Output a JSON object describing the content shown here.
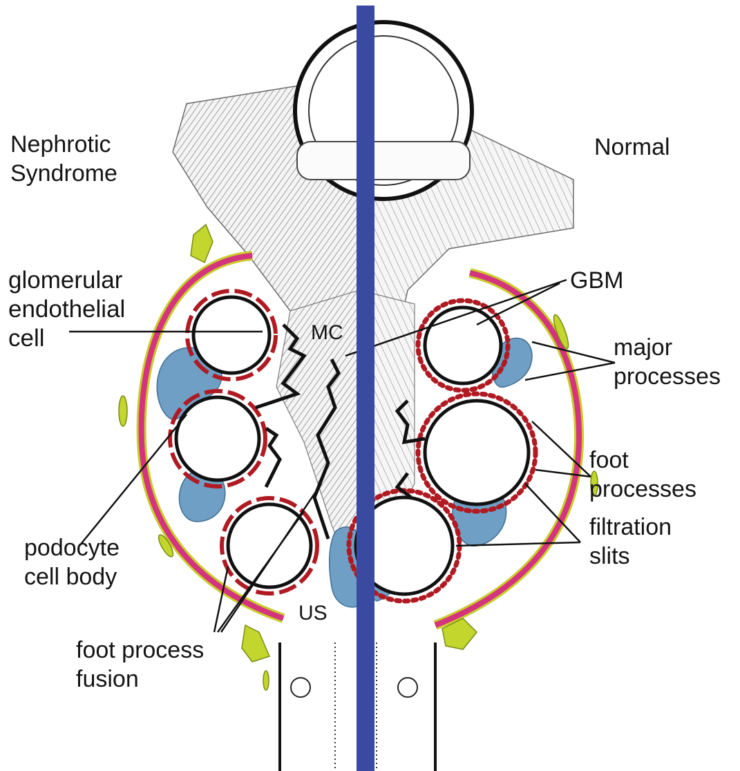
{
  "labels": {
    "nephrotic": "Nephrotic\nSyndrome",
    "normal": "Normal",
    "glomerular_endothelial": "glomerular\nendothelial\ncell",
    "mc": "MC",
    "gbm": "GBM",
    "major_processes": "major\nprocesses",
    "foot_processes": "foot\nprocesses",
    "filtration_slits": "filtration\nslits",
    "podocyte_cell_body": "podocyte\ncell body",
    "us": "US",
    "foot_process_fusion": "foot process\nfusion"
  },
  "colors": {
    "divider": "#3a4aa0",
    "capsule_wall": "#d4337e",
    "capsule_edge": "#c9cc2a",
    "podocyte": "#6f9fc4",
    "foot_process": "#b01a22",
    "parietal_cell": "#c2d62e",
    "outline": "#111111",
    "mesangium": "#b8b8b8"
  }
}
